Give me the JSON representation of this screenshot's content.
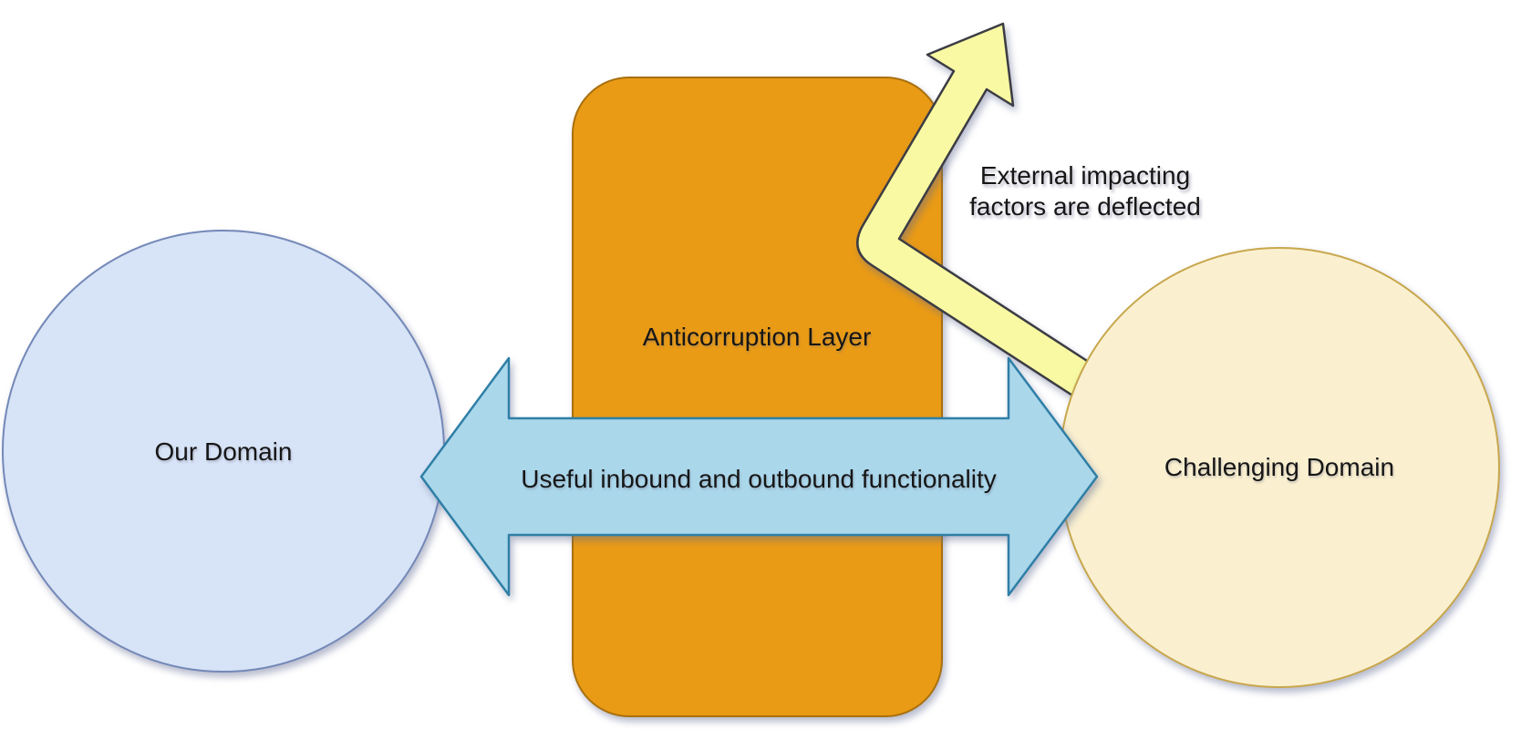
{
  "diagram": {
    "nodes": {
      "our_domain": {
        "label": "Our Domain",
        "shape": "circle",
        "fill": "#D7E3F6",
        "border": "#7489B8"
      },
      "anticorruption_layer": {
        "label": "Anticorruption Layer",
        "shape": "rounded-rectangle",
        "fill": "#EA9B15",
        "border": "#A9700E"
      },
      "challenging_domain": {
        "label": "Challenging Domain",
        "shape": "circle",
        "fill": "#FAF0D0",
        "border": "#C8A74D"
      }
    },
    "connectors": {
      "functionality_arrow": {
        "label": "Useful inbound and outbound functionality",
        "type": "double-headed-horizontal-arrow",
        "fill": "#ABD7EB",
        "border": "#2F7FA6"
      },
      "deflection_arrow": {
        "label": "External impacting\nfactors are deflected",
        "type": "bent-arrow-up-right",
        "fill": "#F8F9A2",
        "border": "#3C3C44"
      }
    },
    "text_color": "#161616",
    "background": "#FFFFFF"
  }
}
